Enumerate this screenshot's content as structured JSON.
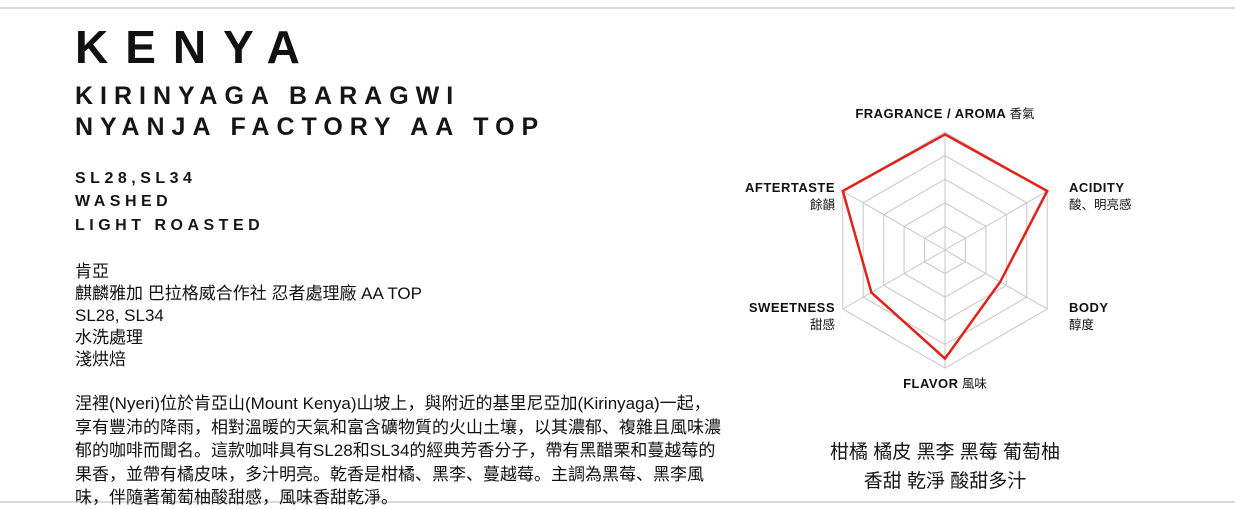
{
  "header": {
    "title": "KENYA",
    "subtitle_line1": "KIRINYAGA BARAGWI",
    "subtitle_line2": "NYANJA FACTORY AA TOP"
  },
  "specs": {
    "varietal": "SL28,SL34",
    "process": "WASHED",
    "roast": "LIGHT ROASTED"
  },
  "specs_zh": {
    "lines": [
      "肯亞",
      "麒麟雅加 巴拉格威合作社 忍者處理廠 AA TOP",
      "SL28, SL34",
      "水洗處理",
      "淺烘焙"
    ]
  },
  "description": "涅裡(Nyeri)位於肯亞山(Mount Kenya)山坡上，與附近的基里尼亞加(Kirinyaga)一起，享有豐沛的降雨，相對溫暖的天氣和富含礦物質的火山土壤，以其濃郁、複雜且風味濃郁的咖啡而聞名。這款咖啡具有SL28和SL34的經典芳香分子，帶有黑醋栗和蔓越莓的果香，並帶有橘皮味，多汁明亮。乾香是柑橘、黑李、蔓越莓。主調為黑莓、黑李風味，伴隨著葡萄柚酸甜感，風味香甜乾淨。",
  "chart_data": {
    "type": "radar",
    "axes": [
      {
        "en": "FRAGRANCE / AROMA",
        "zh": "香氣"
      },
      {
        "en": "ACIDITY",
        "zh": "酸、明亮感"
      },
      {
        "en": "BODY",
        "zh": "醇度"
      },
      {
        "en": "FLAVOR",
        "zh": "風味"
      },
      {
        "en": "SWEETNESS",
        "zh": "甜感"
      },
      {
        "en": "AFTERTASTE",
        "zh": "餘韻"
      }
    ],
    "values": [
      4.9,
      5,
      2.7,
      4.6,
      3.6,
      5
    ],
    "max": 5,
    "rings": 5,
    "line_color": "#e0231a",
    "grid_color": "#c6c6c6"
  },
  "tasting_notes": {
    "line1": "柑橘 橘皮 黑李 黑莓 葡萄柚",
    "line2": "香甜 乾淨 酸甜多汁"
  }
}
